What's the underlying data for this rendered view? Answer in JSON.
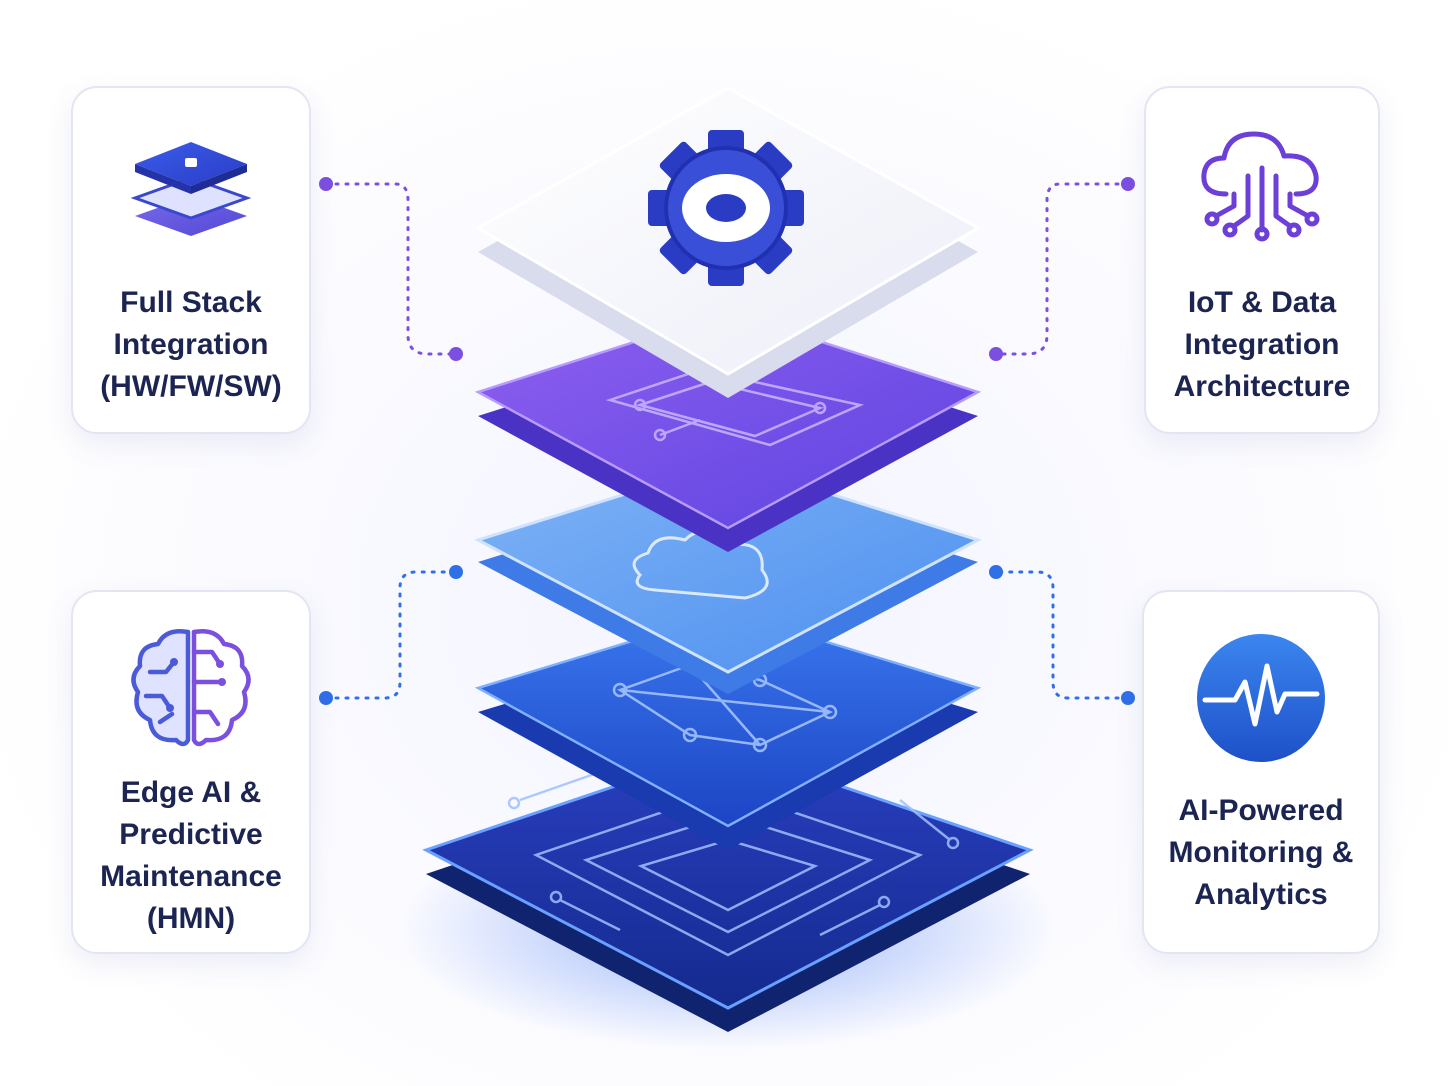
{
  "cards": {
    "full_stack": {
      "lines": [
        "Full Stack",
        "Integration",
        "(HW/FW/SW)"
      ],
      "icon": "layers-icon"
    },
    "iot": {
      "lines": [
        "IoT & Data",
        "Integration",
        "Architecture"
      ],
      "icon": "cloud-network-icon"
    },
    "edge_ai": {
      "lines": [
        "Edge AI &",
        "Predictive",
        "Maintenance",
        "(HMN)"
      ],
      "icon": "brain-circuit-icon"
    },
    "monitoring": {
      "lines": [
        "AI-Powered",
        "Monitoring &",
        "Analytics"
      ],
      "icon": "pulse-icon"
    }
  },
  "stack_layers": [
    {
      "name": "gear-layer",
      "icon": "gear-icon"
    },
    {
      "name": "purple-circuit-layer",
      "icon": "circuit-icon"
    },
    {
      "name": "cloud-layer",
      "icon": "cloud-icon"
    },
    {
      "name": "network-layer",
      "icon": "network-icon"
    },
    {
      "name": "base-circuit-layer",
      "icon": "circuit-board-icon"
    }
  ],
  "colors": {
    "text": "#1c2452",
    "accent_purple": "#7b4fe0",
    "accent_blue": "#2f6fe8",
    "navy": "#1f3fb6"
  }
}
